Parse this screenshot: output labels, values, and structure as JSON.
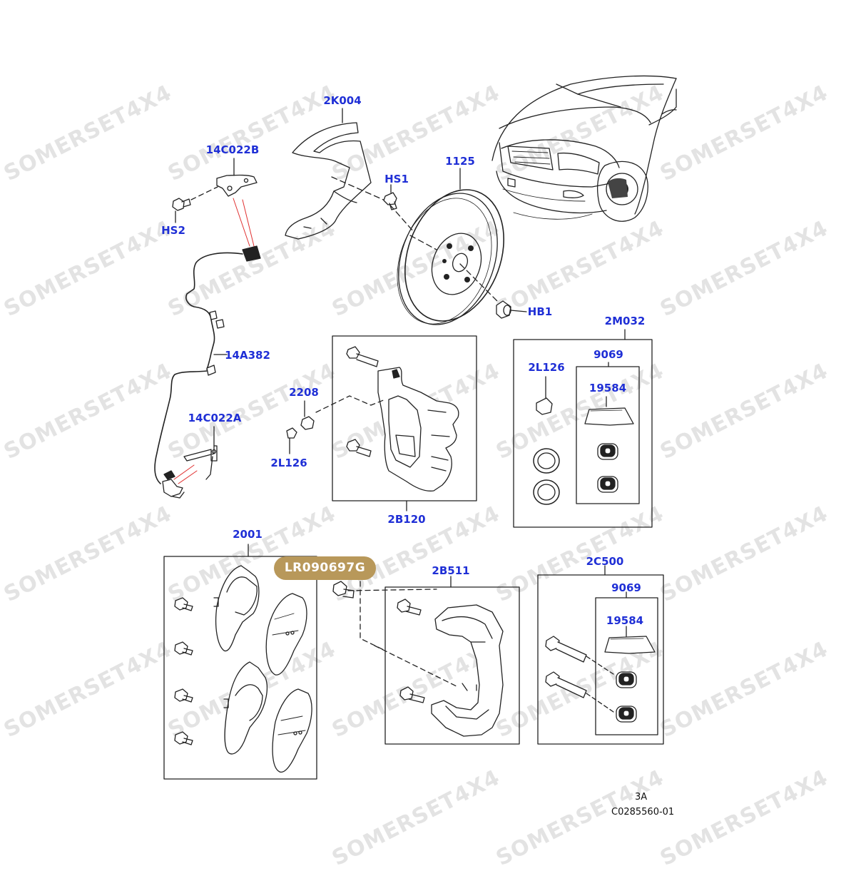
{
  "watermark": "SOMERSET4X4",
  "badge": "LR090697G",
  "footer": {
    "page": "3A",
    "ref": "C0285560-01"
  },
  "callouts": {
    "k2004": "2K004",
    "c14022b": "14C022B",
    "hs1": "HS1",
    "d1125": "1125",
    "hs2": "HS2",
    "hb1": "HB1",
    "m2032": "2M032",
    "a14382": "14A382",
    "n9069a": "9069",
    "l2126a": "2L126",
    "p19584a": "19584",
    "d2208": "2208",
    "c14022a": "14C022A",
    "l2126b": "2L126",
    "b2120": "2B120",
    "d2001": "2001",
    "b2511": "2B511",
    "c2500": "2C500",
    "n9069b": "9069",
    "p19584b": "19584"
  },
  "colors": {
    "callout": "#1f2fd6",
    "badge": "#b8985a",
    "line": "#222222",
    "sensor_pointer": "#e03030",
    "watermark": "#e3e3e3"
  }
}
